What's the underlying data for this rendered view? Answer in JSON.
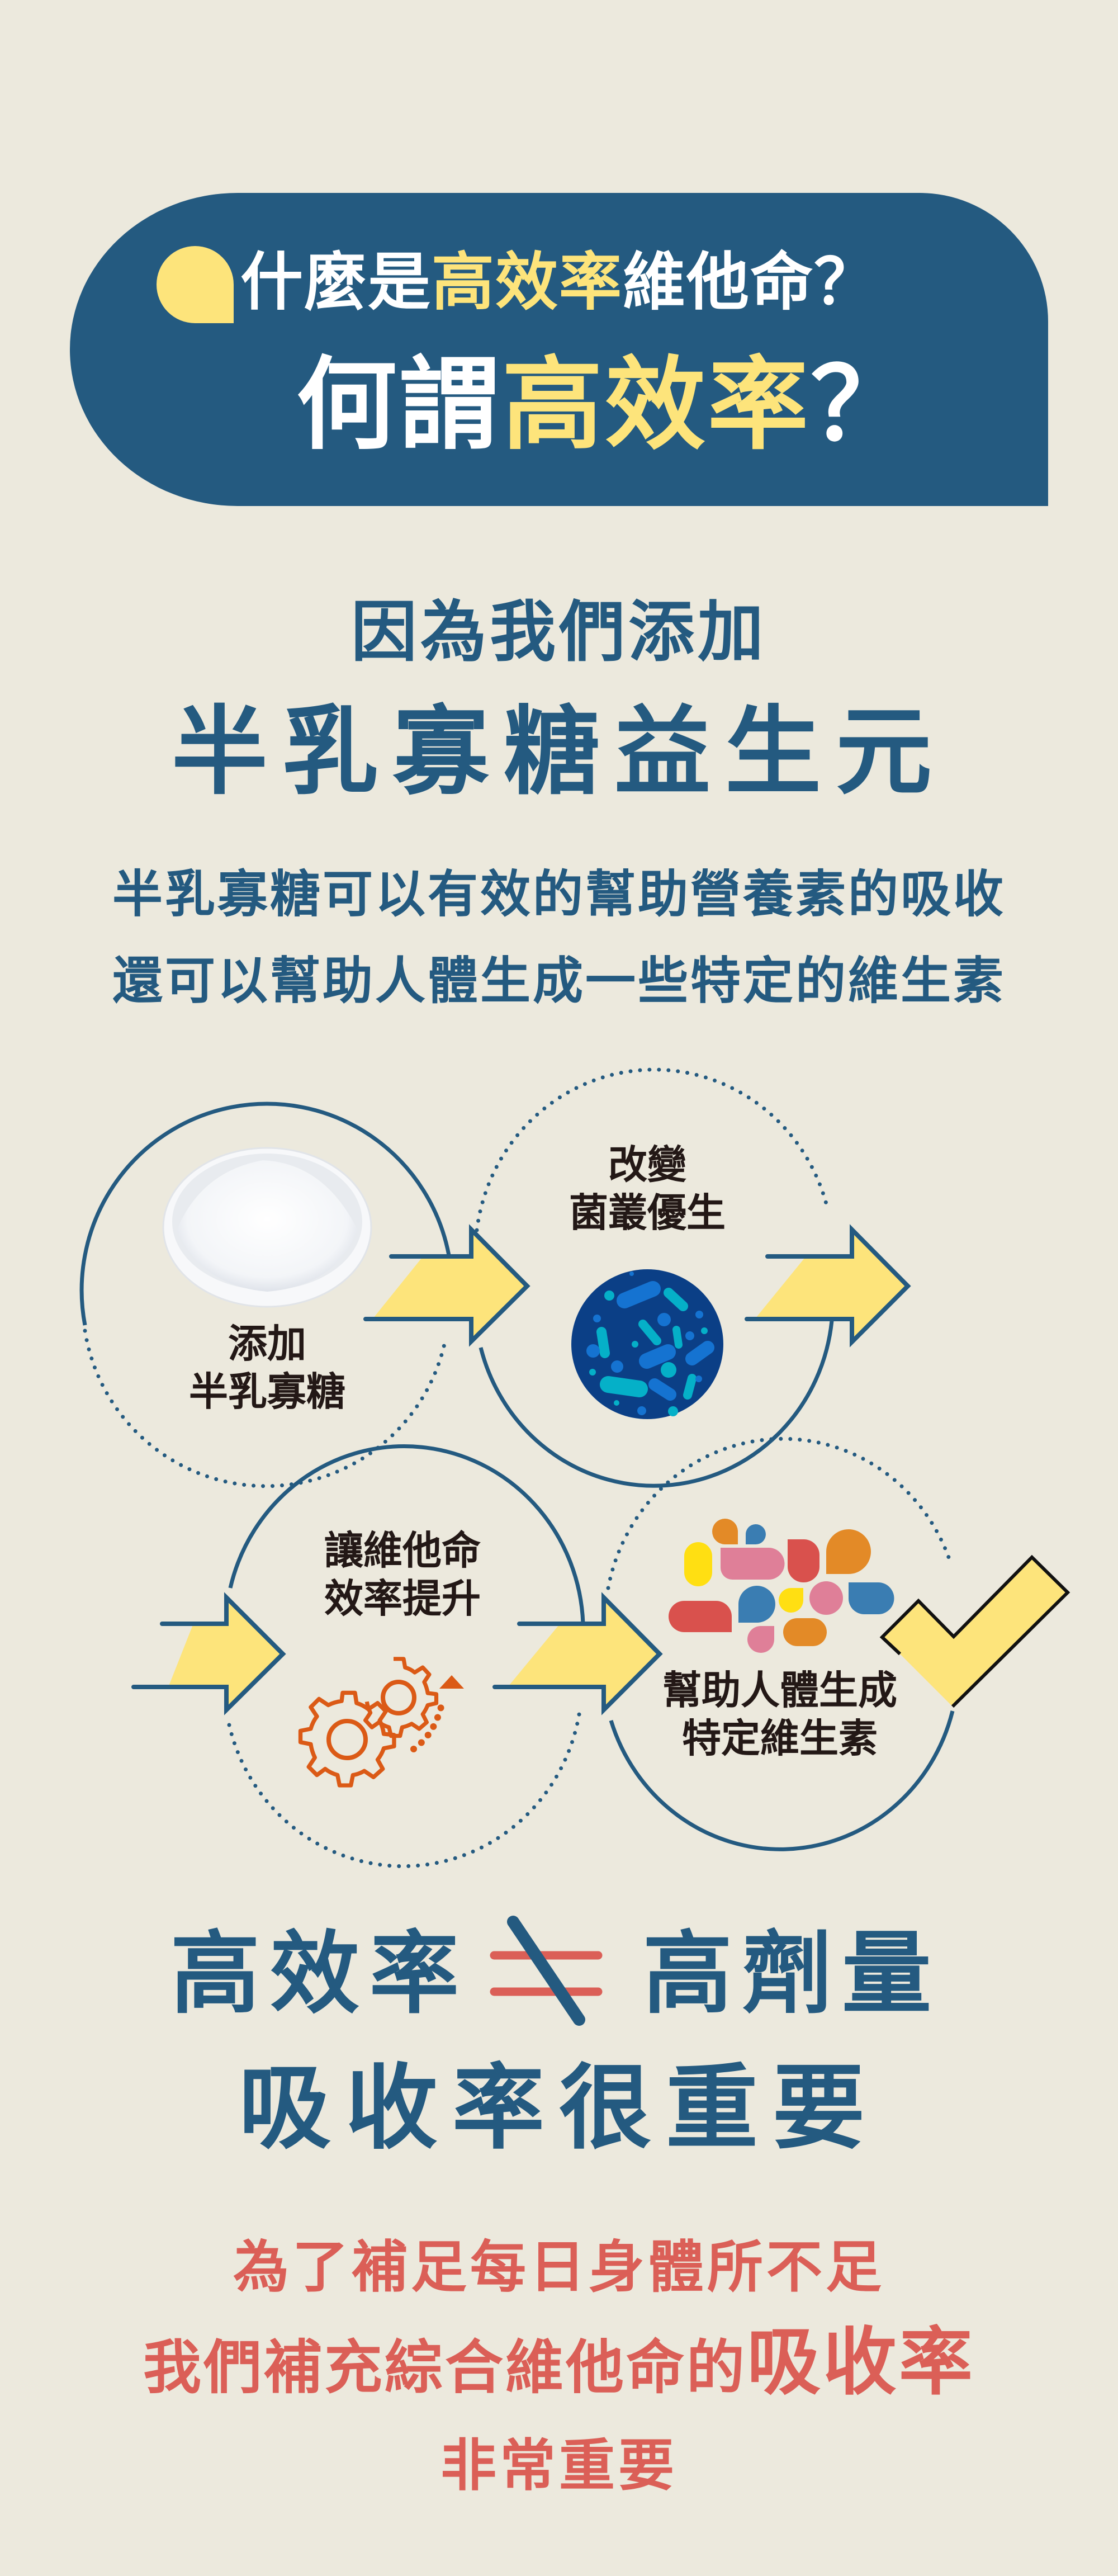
{
  "colors": {
    "background": "#ece9dd",
    "primary_blue": "#245a80",
    "highlight_yellow": "#fde47b",
    "accent_red": "#db5f57",
    "label_dark": "#231816",
    "gear_orange": "#db5a16"
  },
  "header": {
    "line1_prefix": "什麼是",
    "line1_highlight": "高效率",
    "line1_suffix": "維他命？",
    "line2_prefix": "何謂",
    "line2_highlight": "高效率",
    "line2_suffix": "？"
  },
  "intro": {
    "lead": "因為我們添加",
    "ingredient": "半乳寡糖益生元"
  },
  "description": {
    "line1": "半乳寡糖可以有效的幫助營養素的吸收",
    "line2": "還可以幫助人體生成一些特定的維生素"
  },
  "steps": [
    {
      "line1": "添加",
      "line2": "半乳寡糖",
      "icon": "sugar-bowl-icon"
    },
    {
      "line1": "改變",
      "line2": "菌叢優生",
      "icon": "bacteria-icon"
    },
    {
      "line1": "讓維他命",
      "line2": "效率提升",
      "icon": "gears-icon"
    },
    {
      "line1": "幫助人體生成",
      "line2": "特定維生素",
      "icon": "vitamin-shapes-icon"
    }
  ],
  "comparison": {
    "left": "高效率",
    "symbol": "≠",
    "right": "高劑量",
    "conclusion": "吸收率很重要"
  },
  "closing": {
    "line1": "為了補足每日身體所不足",
    "line2_prefix": "我們補充綜合維他命的",
    "line2_emphasis": "吸收率",
    "line3": "非常重要"
  }
}
